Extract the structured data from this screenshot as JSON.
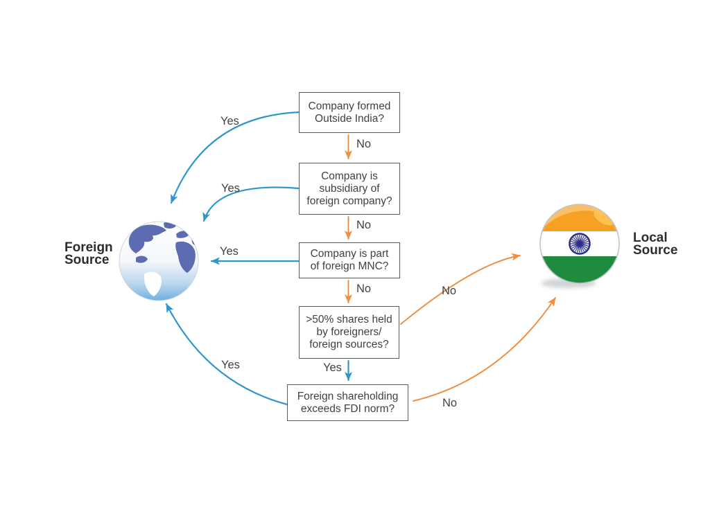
{
  "colors": {
    "yes_arrow_blue": "#2f96cc",
    "no_arrow_orange": "#ed8f43",
    "box_border": "#5a5b5d",
    "text": "#414042",
    "flag_saffron": "#f6a125",
    "flag_green": "#1f8b3e",
    "chakra_navy": "#2b2e8a",
    "globe_land": "#5c6bb2",
    "globe_ocean_bottom": "#6fb0e2"
  },
  "flowchart": {
    "nodes": [
      {
        "id": "q1",
        "lines": [
          "Company formed",
          "Outside India?"
        ]
      },
      {
        "id": "q2",
        "lines": [
          "Company is",
          "subsidiary of",
          "foreign company?"
        ]
      },
      {
        "id": "q3",
        "lines": [
          "Company is part",
          "of foreign MNC?"
        ]
      },
      {
        "id": "q4",
        "lines": [
          ">50% shares held",
          "by foreigners/",
          "foreign sources?"
        ]
      },
      {
        "id": "q5",
        "lines": [
          "Foreign shareholding",
          "exceeds FDI norm?"
        ]
      }
    ],
    "edges": [
      {
        "from": "q1",
        "to": "foreign-source",
        "label": "Yes"
      },
      {
        "from": "q1",
        "to": "q2",
        "label": "No"
      },
      {
        "from": "q2",
        "to": "foreign-source",
        "label": "Yes"
      },
      {
        "from": "q2",
        "to": "q3",
        "label": "No"
      },
      {
        "from": "q3",
        "to": "foreign-source",
        "label": "Yes"
      },
      {
        "from": "q3",
        "to": "q4",
        "label": "No"
      },
      {
        "from": "q4",
        "to": "q5",
        "label": "Yes"
      },
      {
        "from": "q4",
        "to": "local-source",
        "label": "No"
      },
      {
        "from": "q5",
        "to": "foreign-source",
        "label": "Yes"
      },
      {
        "from": "q5",
        "to": "local-source",
        "label": "No"
      }
    ],
    "terminals": [
      {
        "id": "foreign-source",
        "icon": "globe-icon",
        "lines": [
          "Foreign",
          "Source"
        ]
      },
      {
        "id": "local-source",
        "icon": "india-flag-icon",
        "lines": [
          "Local",
          "Source"
        ]
      }
    ]
  }
}
